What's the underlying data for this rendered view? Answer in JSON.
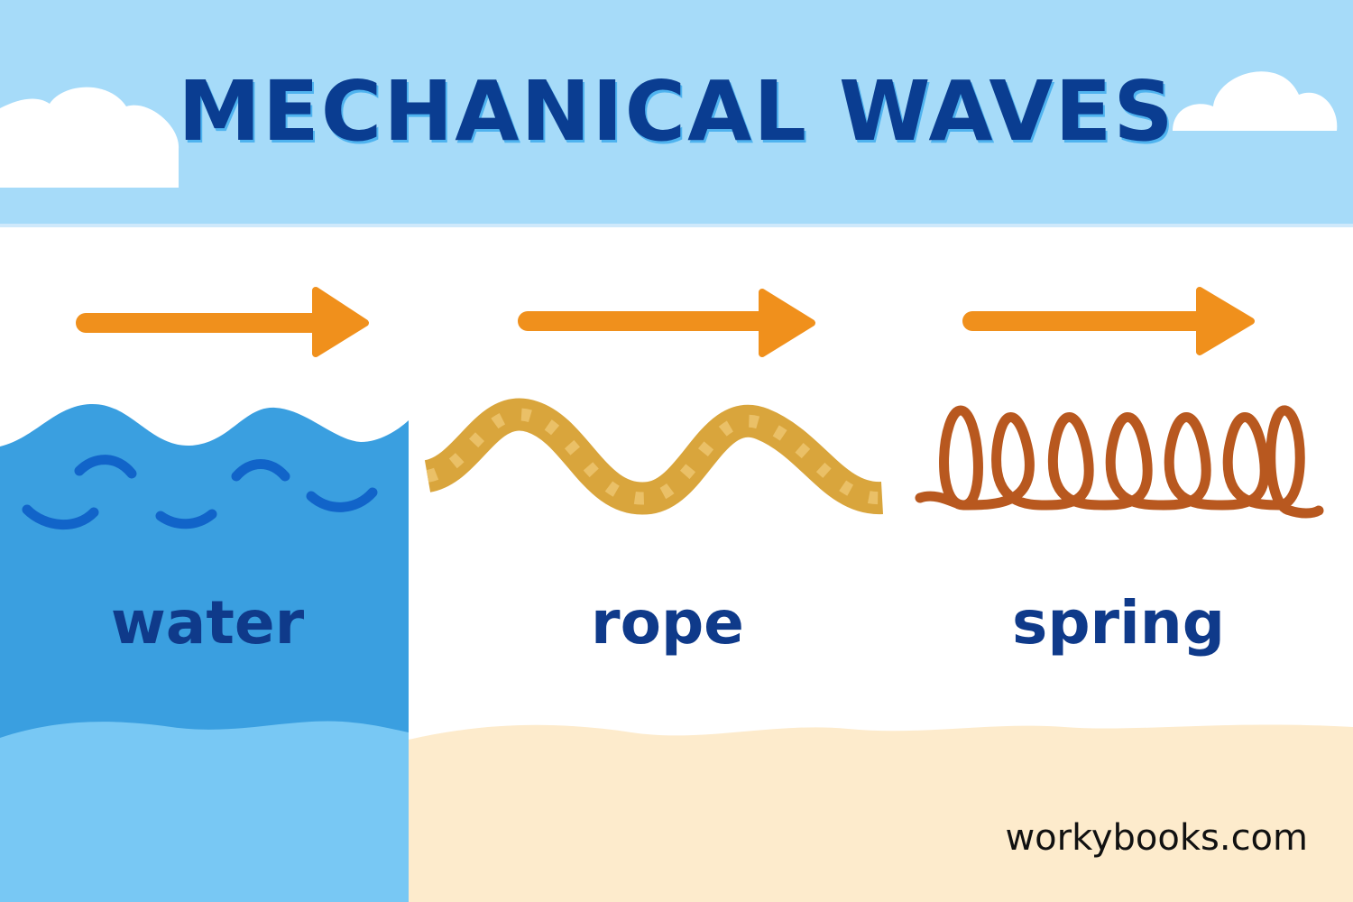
{
  "title": "MECHANICAL WAVES",
  "panels": [
    {
      "label": "water",
      "icon": "water-waves-icon"
    },
    {
      "label": "rope",
      "icon": "rope-wave-icon"
    },
    {
      "label": "spring",
      "icon": "coil-spring-icon"
    }
  ],
  "watermark": "workybooks.com",
  "colors": {
    "sky": "#a6dbf9",
    "title": "#0a3d91",
    "arrow": "#f0901c",
    "water": "#3a9fe0",
    "water_light": "#78c8f4",
    "rope": "#d9a53c",
    "spring": "#b8581f",
    "sand": "#fdebcc",
    "label": "#0f3a8a"
  }
}
